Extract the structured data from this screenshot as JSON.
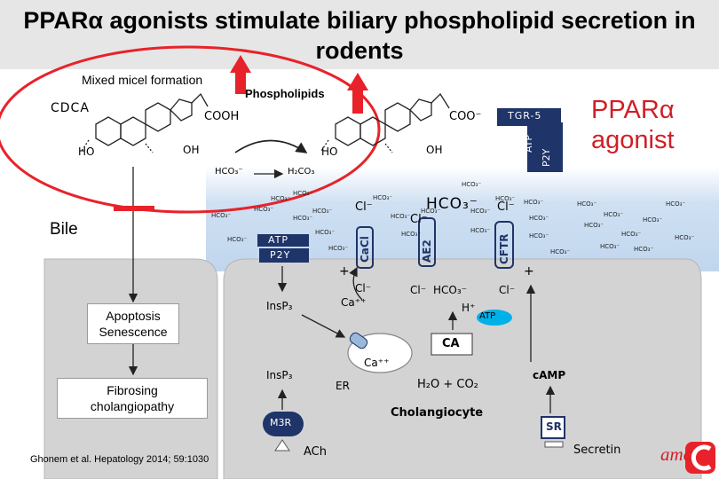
{
  "title": "PPARα agonists stimulate biliary phospholipid secretion in rodents",
  "labels": {
    "mixed_micel": "Mixed micel formation",
    "phospholipids": "Phospholipids",
    "cdca": "CDCA",
    "cooh": "COOH",
    "coo_minus": "COO⁻",
    "oh": "OH",
    "ho": "HO",
    "hco3_minus": "HCO₃⁻",
    "h2co3": "H₂CO₃",
    "bile": "Bile",
    "ppar_agonist_line1": "PPARα",
    "ppar_agonist_line2": "agonist",
    "tgr5": "TGR-5",
    "atp": "ATP",
    "p2y": "P2Y",
    "cacl": "CaCl",
    "ae2": "AE2",
    "cftr": "CFTR",
    "cl_minus": "Cl⁻",
    "hco3_big": "HCO₃⁻",
    "insp3": "InsP₃",
    "ca2": "Ca⁺⁺",
    "h_plus": "H⁺",
    "ca_enzyme": "CA",
    "er": "ER",
    "h2o_co2": "H₂O + CO₂",
    "camp": "cAMP",
    "cholangiocyte": "Cholangiocyte",
    "m3r": "M3R",
    "sr": "SR",
    "ach": "ACh",
    "secretin": "Secretin",
    "plus": "+",
    "apoptosis": "Apoptosis",
    "senescence": "Senescence",
    "fibrosing_line1": "Fibrosing",
    "fibrosing_line2": "cholangiopathy",
    "citation": "Ghonem et al. Hepatology 2014; 59:1030",
    "logo": "amc"
  },
  "colors": {
    "title_band": "#e6e6e6",
    "red": "#e8222a",
    "ppar_text": "#d01f25",
    "bile_band": "#c5d9ef",
    "cell": "#d3d3d3",
    "navy": "#1f3468",
    "cyan": "#00b0e8",
    "text": "#000000"
  }
}
